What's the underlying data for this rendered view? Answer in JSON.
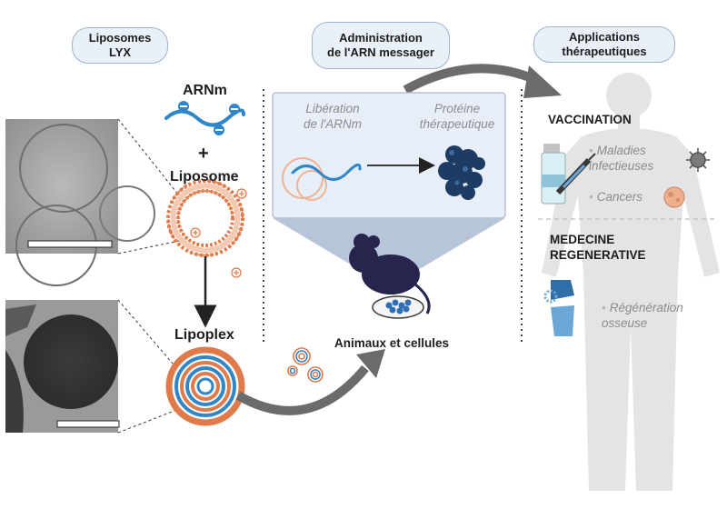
{
  "headers": {
    "liposomes": "Liposomes\nLYX",
    "administration": "Administration\nde l'ARN messager",
    "applications": "Applications\nthérapeutiques"
  },
  "left": {
    "arnm": "ARNm",
    "plus": "+",
    "liposome": "Liposome",
    "lipoplex": "Lipoplex"
  },
  "middle": {
    "liberation": "Libération\nde l'ARNm",
    "proteine": "Protéine\nthérapeutique",
    "animaux": "Animaux et cellules"
  },
  "right": {
    "vaccination": "VACCINATION",
    "maladies": "Maladies\ninfectieuses",
    "cancers": "Cancers",
    "medecine": "MEDECINE\nREGENERATIVE",
    "regeneration": "Régénération\nosseuse"
  },
  "colors": {
    "mrna_blue": "#2f86c9",
    "lipid_orange": "#e07a4a",
    "panel_blue": "#e8eef7",
    "body_gray": "#e3e3e3",
    "protein_navy": "#1d3b63"
  }
}
